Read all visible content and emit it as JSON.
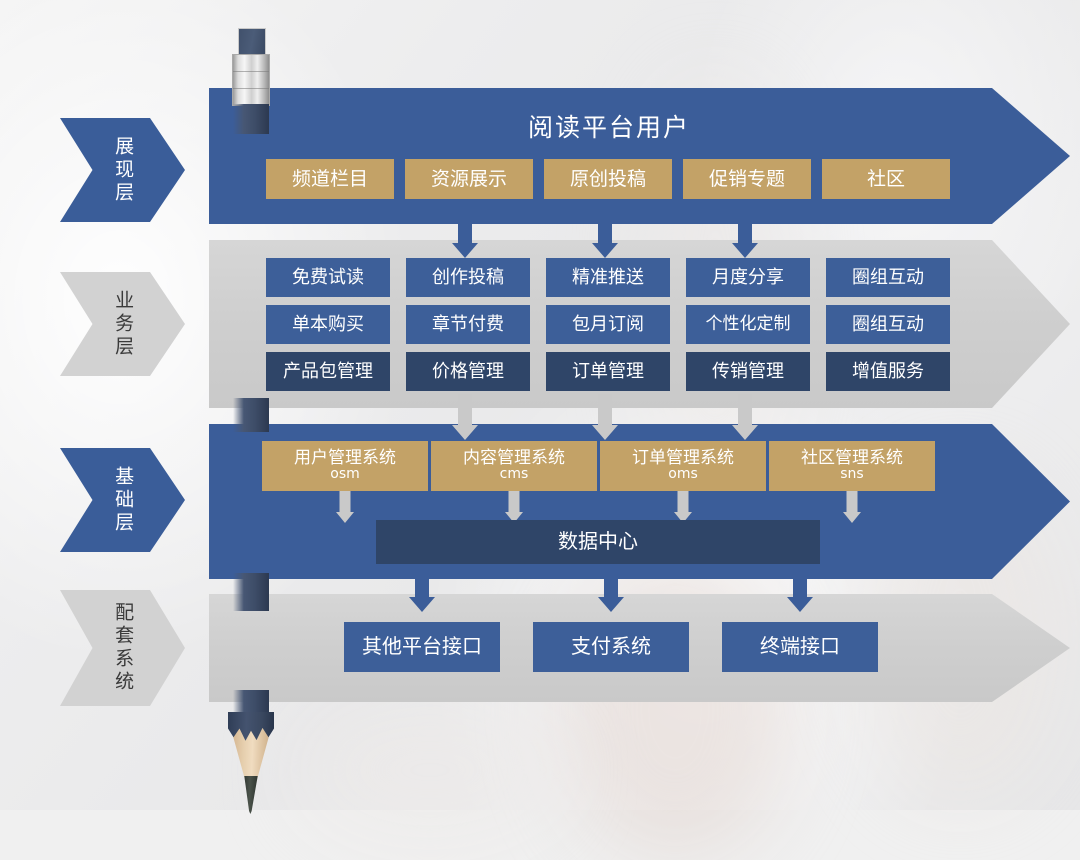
{
  "diagram": {
    "title": "阅读平台用户",
    "colors": {
      "blue_band": "#3b5d99",
      "gray_band": "#d2d2d2",
      "gold": "#c3a267",
      "navy": "#2f4568",
      "blue_box": "#3d5f99",
      "white": "#ffffff"
    },
    "layers": [
      {
        "id": "presentation",
        "label": "展现层",
        "style": "blue"
      },
      {
        "id": "business",
        "label": "业务层",
        "style": "gray"
      },
      {
        "id": "foundation",
        "label": "基础层",
        "style": "blue"
      },
      {
        "id": "supporting",
        "label": "配套系统",
        "style": "gray"
      }
    ],
    "presentation": {
      "title": "阅读平台用户",
      "items": [
        {
          "label": "频道栏目"
        },
        {
          "label": "资源展示"
        },
        {
          "label": "原创投稿"
        },
        {
          "label": "促销专题"
        },
        {
          "label": "社区"
        }
      ]
    },
    "business": {
      "rows": [
        {
          "style": "blue",
          "cells": [
            {
              "label": "免费试读"
            },
            {
              "label": "创作投稿"
            },
            {
              "label": "精准推送"
            },
            {
              "label": "月度分享"
            },
            {
              "label": "圈组互动"
            }
          ]
        },
        {
          "style": "blue",
          "cells": [
            {
              "label": "单本购买"
            },
            {
              "label": "章节付费"
            },
            {
              "label": "包月订阅"
            },
            {
              "label": "个性化定制"
            },
            {
              "label": "圈组互动"
            }
          ]
        },
        {
          "style": "navy",
          "cells": [
            {
              "label": "产品包管理"
            },
            {
              "label": "价格管理"
            },
            {
              "label": "订单管理"
            },
            {
              "label": "传销管理"
            },
            {
              "label": "增值服务"
            }
          ]
        }
      ]
    },
    "foundation": {
      "systems": [
        {
          "label": "用户管理系统",
          "code": "osm"
        },
        {
          "label": "内容管理系统",
          "code": "cms"
        },
        {
          "label": "订单管理系统",
          "code": "oms"
        },
        {
          "label": "社区管理系统",
          "code": "sns"
        }
      ],
      "data_center": {
        "label": "数据中心"
      }
    },
    "supporting": {
      "items": [
        {
          "label": "其他平台接口"
        },
        {
          "label": "支付系统"
        },
        {
          "label": "终端接口"
        }
      ]
    },
    "decor": {
      "pencil": "pencil-decoration"
    }
  }
}
